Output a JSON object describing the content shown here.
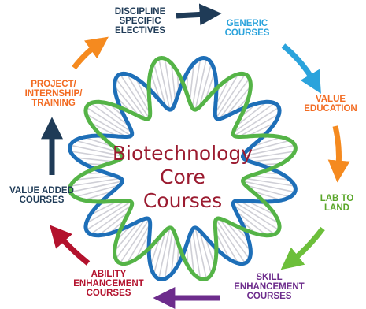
{
  "diagram": {
    "center_title": [
      "Biotechnology",
      "Core",
      "Courses"
    ],
    "nodes": [
      {
        "key": "dse",
        "lines": [
          "DISCIPLINE",
          "SPECIFIC",
          "ELECTIVES"
        ],
        "color": "#1f3b57"
      },
      {
        "key": "generic",
        "lines": [
          "GENERIC",
          "COURSES"
        ],
        "color": "#2ba3dc"
      },
      {
        "key": "value_education",
        "lines": [
          "VALUE",
          "EDUCATION"
        ],
        "color": "#f26b22"
      },
      {
        "key": "lab_to_land",
        "lines": [
          "LAB TO",
          "LAND"
        ],
        "color": "#5aa629"
      },
      {
        "key": "skill",
        "lines": [
          "SKILL",
          "ENHANCEMENT",
          "COURSES"
        ],
        "color": "#6d2c8c"
      },
      {
        "key": "ability",
        "lines": [
          "ABILITY",
          "ENHANCEMENT",
          "COURSES"
        ],
        "color": "#b3122d"
      },
      {
        "key": "value_added",
        "lines": [
          "VALUE ADDED",
          "COURSES"
        ],
        "color": "#1f3b57"
      },
      {
        "key": "project",
        "lines": [
          "PROJECT/",
          "INTERNSHIP/",
          "TRAINING"
        ],
        "color": "#f26b22"
      }
    ],
    "arrow_colors": {
      "a1": "#1f3b57",
      "a2": "#2ba3dc",
      "a3": "#f58a1f",
      "a4": "#6cbf3a",
      "a5": "#6d2c8c",
      "a6": "#b3122d",
      "a7": "#1f3b57",
      "a8": "#f58a1f"
    },
    "helix_colors": {
      "strand_blue": "#1e6fb8",
      "strand_green": "#55b447",
      "rungs": "#cfcfd6"
    }
  }
}
